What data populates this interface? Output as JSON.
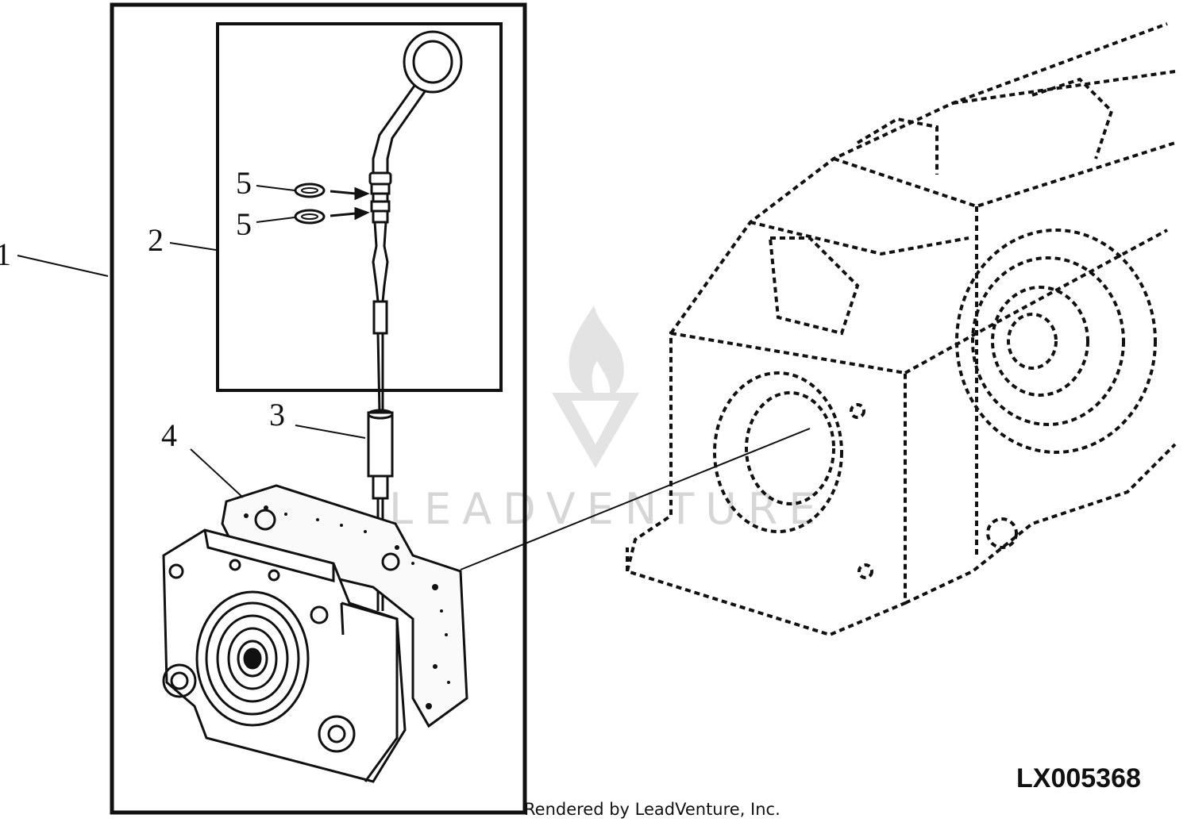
{
  "diagram": {
    "figure_id": "LX005368",
    "callouts": {
      "c1": "1",
      "c2": "2",
      "c3": "3",
      "c4": "4",
      "c5a": "5",
      "c5b": "5"
    },
    "watermark_text": "LEADVENTURE",
    "render_credit": "Rendered by LeadVenture, Inc."
  },
  "colors": {
    "ink": "#111111",
    "watermark": "#d6d6d6",
    "background": "#ffffff"
  }
}
